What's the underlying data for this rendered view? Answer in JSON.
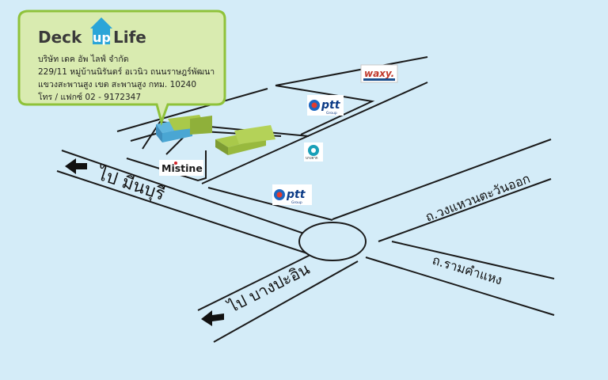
{
  "brand": {
    "logo_left": "Deck",
    "logo_mid": "up",
    "logo_right": "Life",
    "accent_color": "#2aa5d8",
    "callout_color": "#d9ebb0"
  },
  "company": {
    "name": "บริษัท เดค อัพ ไลฟ์ จำกัด",
    "address_line1": "229/11 หมู่บ้านนิรันดร์ อเวนิว ถนนราษฎร์พัฒนา",
    "address_line2": "แขวงสะพานสูง เขต สะพานสูง กทม. 10240",
    "phone": "โทร / แฟกซ์ 02 - 9172347"
  },
  "roads": {
    "to_minburi": "ไป มีนบุรี",
    "to_bangpa_in": "ไป บางปะอิน",
    "kanchanaphisek": "ถ.วงแหวนตะวันออก",
    "ramkhamhaeng": "ถ.รามคำแหง"
  },
  "landmarks": {
    "waxy": "waxy.",
    "ptt_top": "ptt",
    "ptt_bottom": "ptt",
    "ptt_group": "Group",
    "mistine": "Mistine",
    "bangchak": "บางจาก"
  },
  "icons": {
    "arrow_minburi": "arrow-left-icon",
    "arrow_bangpa_in": "arrow-left-icon",
    "target": "building-marker-icon"
  }
}
